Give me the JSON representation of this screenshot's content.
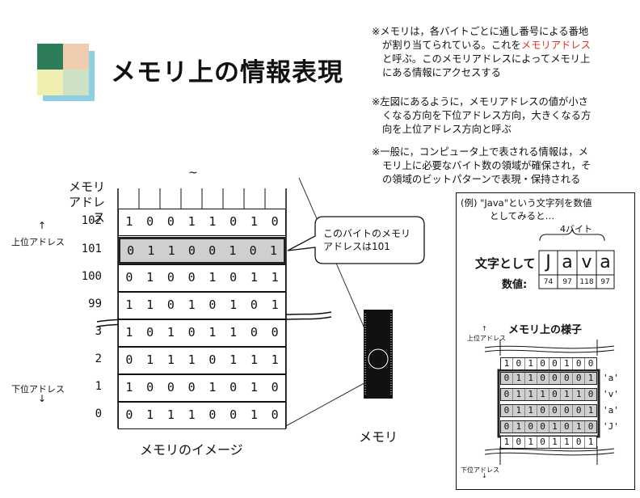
{
  "title": "メモリ上の情報表現",
  "colors": {
    "accent_red": "#e0332a",
    "highlight_gray": "#cfcfcf",
    "logo_green": "#2e7d5a",
    "logo_peach": "#f0cdae",
    "logo_yellow": "#f1eeb2",
    "logo_mint": "#cde2c4",
    "logo_blue": "#8fcfe3"
  },
  "notes": {
    "n1": {
      "l1": "※メモリは，各バイトごとに通し番号による番地",
      "l2": "が割り当てられている。これを",
      "l2_red": "メモリアドレス",
      "l3": "と呼ぶ。このメモリアドレスによってメモリ上",
      "l4": "にある情報にアクセスする"
    },
    "n2": {
      "l1": "※左図にあるように，メモリアドレスの値が小さ",
      "l2": "くなる方向を下位アドレス方向，大きくなる方",
      "l3": "向を上位アドレス方向と呼ぶ"
    },
    "n3": {
      "l1": "※一般に，コンピュータ上で表される情報は，メ",
      "l2": "モリ上に必要なバイト数の領域が確保され，そ",
      "l3": "の領域のビットパターンで表現・保持される"
    }
  },
  "memory": {
    "header_l1": "メモリ",
    "header_l2": "アドレス",
    "upper_arrow": "↑",
    "upper_label": "上位アドレス",
    "lower_label": "下位アドレス",
    "lower_arrow": "↓",
    "squiggle": "~",
    "rows": [
      {
        "addr": "102",
        "bits": [
          "1",
          "0",
          "0",
          "1",
          "1",
          "0",
          "1",
          "0"
        ]
      },
      {
        "addr": "101",
        "bits": [
          "0",
          "1",
          "1",
          "0",
          "0",
          "1",
          "0",
          "1"
        ]
      },
      {
        "addr": "100",
        "bits": [
          "0",
          "1",
          "0",
          "0",
          "1",
          "0",
          "1",
          "1"
        ]
      },
      {
        "addr": "99",
        "bits": [
          "1",
          "1",
          "0",
          "1",
          "0",
          "1",
          "0",
          "1"
        ]
      },
      {
        "addr": "3",
        "bits": [
          "1",
          "0",
          "1",
          "0",
          "1",
          "1",
          "0",
          "0"
        ]
      },
      {
        "addr": "2",
        "bits": [
          "0",
          "1",
          "1",
          "1",
          "0",
          "1",
          "1",
          "1"
        ]
      },
      {
        "addr": "1",
        "bits": [
          "1",
          "0",
          "0",
          "0",
          "1",
          "0",
          "1",
          "0"
        ]
      },
      {
        "addr": "0",
        "bits": [
          "0",
          "1",
          "1",
          "1",
          "0",
          "0",
          "1",
          "0"
        ]
      }
    ],
    "callout_l1": "このバイトのメモリ",
    "callout_l2": "アドレスは101",
    "caption": "メモリのイメージ",
    "chip_label": "メモリ"
  },
  "example": {
    "intro_l1": "(例) \"Java\"という文字列を数値",
    "intro_l2": "としてみると…",
    "bytes_label": "4バイト",
    "as_chars_label": "文字として",
    "chars": [
      "J",
      "a",
      "v",
      "a"
    ],
    "values_label": "数値:",
    "values": [
      "74",
      "97",
      "118",
      "97"
    ],
    "mem_title": "メモリ上の様子",
    "upper_arrow": "↑",
    "upper_label": "上位アドレス",
    "lower_label": "下位アドレス",
    "lower_arrow": "↓",
    "rows": [
      {
        "bits": [
          "1",
          "0",
          "1",
          "0",
          "0",
          "1",
          "0",
          "0"
        ],
        "label": ""
      },
      {
        "bits": [
          "0",
          "1",
          "1",
          "0",
          "0",
          "0",
          "0",
          "1"
        ],
        "label": "'a'"
      },
      {
        "bits": [
          "0",
          "1",
          "1",
          "1",
          "0",
          "1",
          "1",
          "0"
        ],
        "label": "'v'"
      },
      {
        "bits": [
          "0",
          "1",
          "1",
          "0",
          "0",
          "0",
          "0",
          "1"
        ],
        "label": "'a'"
      },
      {
        "bits": [
          "0",
          "1",
          "0",
          "0",
          "1",
          "0",
          "1",
          "0"
        ],
        "label": "'J'"
      },
      {
        "bits": [
          "1",
          "0",
          "1",
          "0",
          "1",
          "1",
          "0",
          "1"
        ],
        "label": ""
      }
    ]
  }
}
